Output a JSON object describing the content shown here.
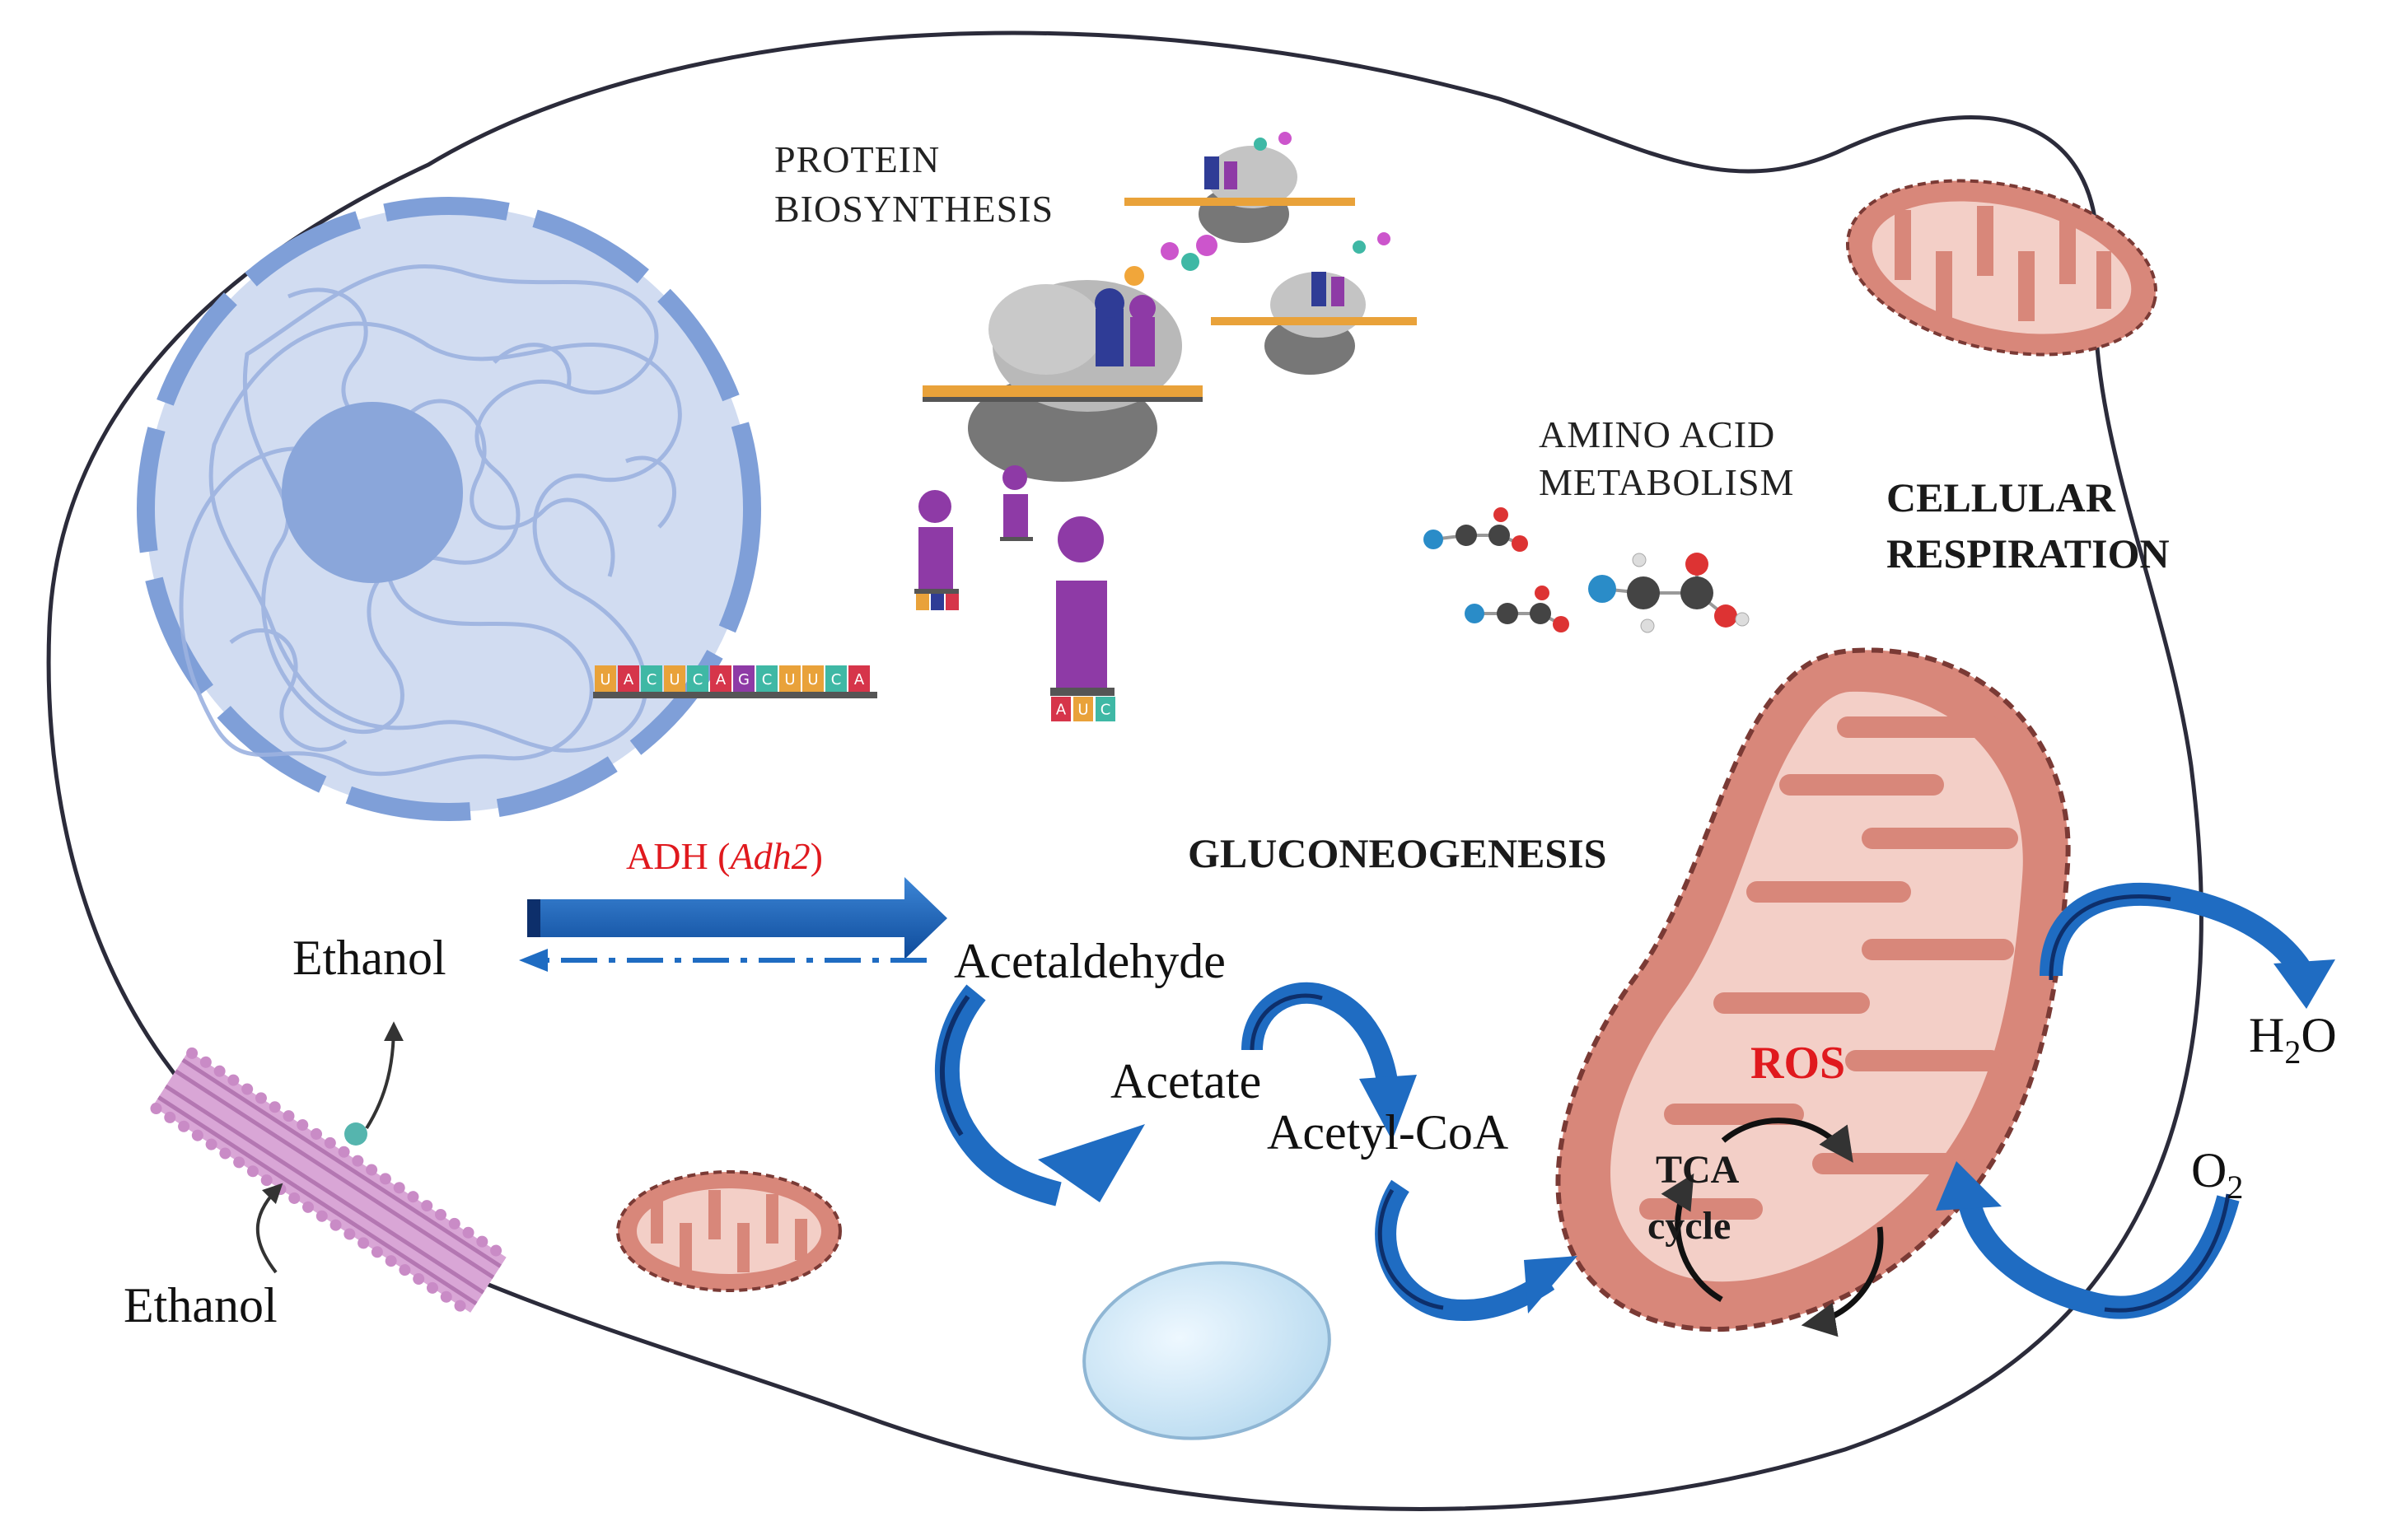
{
  "labels": {
    "protein_biosynthesis_l1": "PROTEIN",
    "protein_biosynthesis_l2": "BIOSYNTHESIS",
    "amino_acid_l1": "AMINO ACID",
    "amino_acid_l2": "METABOLISM",
    "cellular_respiration_l1": "CELLULAR",
    "cellular_respiration_l2": "RESPIRATION",
    "gluconeogenesis": "GLUCONEOGENESIS",
    "enzyme": "ADH (",
    "enzyme_gene": "Adh2",
    "enzyme_close": ")",
    "ethanol_inside": "Ethanol",
    "ethanol_outside": "Ethanol",
    "acetaldehyde": "Acetaldehyde",
    "acetate": "Acetate",
    "acetyl_coa": "Acetyl-CoA",
    "ros": "ROS",
    "tca_l1": "TCA",
    "tca_l2": "cycle",
    "water_h": "H",
    "water_sub": "2",
    "water_o": "O",
    "oxygen_o": "O",
    "oxygen_sub": "2"
  },
  "mrna_codons": [
    "U",
    "A",
    "C",
    "U",
    "C",
    "A",
    "G",
    "C",
    "U",
    "U",
    "C",
    "A"
  ],
  "trna_anticodon": [
    "A",
    "U",
    "C"
  ],
  "colors": {
    "cell_outline": "#2b2b3a",
    "nucleus_fill": "#c9d6ef",
    "nucleus_border": "#7f9fd8",
    "nucleolus": "#8aa6da",
    "chromatin": "#9cb2e0",
    "mito_fill": "#d8877a",
    "mito_inner": "#f3cfc7",
    "mito_border": "#7a3a35",
    "arrow_blue": "#1f6cc2",
    "arrow_dark": "#0d2f6b",
    "red_label": "#e0191e",
    "trna_purple": "#8e3aa6",
    "ribosome_gray": "#9a9a9a",
    "vacuole": "#cfe6f6",
    "membrane_pink": "#c98bc6"
  }
}
